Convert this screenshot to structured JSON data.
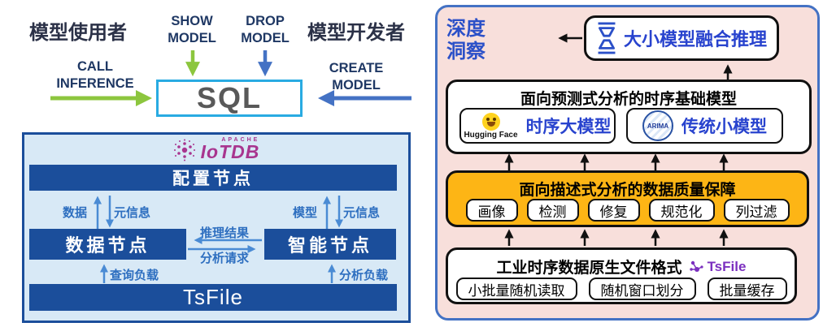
{
  "colors": {
    "node_blue": "#1B4E9B",
    "panel_bg_blue": "#D8E9F6",
    "sql_border_cyan": "#29ABE2",
    "green_arrow": "#8CC63E",
    "blue_arrow": "#4472C4",
    "navy_text": "#1F3864",
    "royal_blue_text": "#2843CE",
    "insight_bg_pink": "#F8DFDB",
    "quality_orange": "#FDB515",
    "iotdb_magenta": "#A8358F",
    "tsfile_purple": "#7B2FBF"
  },
  "sql_section": {
    "model_user": "模型使用者",
    "model_developer": "模型开发者",
    "show_model": "SHOW MODEL",
    "drop_model": "DROP MODEL",
    "call_inference": "CALL INFERENCE",
    "create_model": "CREATE MODEL",
    "sql": "SQL"
  },
  "iotdb_panel": {
    "logo_apache": "APACHE",
    "logo_name": "IoTDB",
    "config_node": "配置节点",
    "data_label": "数据",
    "meta_left": "元信息",
    "model_label": "模型",
    "meta_right": "元信息",
    "data_node": "数据节点",
    "ai_node": "智能节点",
    "inference_result": "推理结果",
    "analysis_request": "分析请求",
    "query_load": "查询负载",
    "analysis_load": "分析负载",
    "tsfile_bar": "TsFile"
  },
  "insight_panel": {
    "title": "深度洞察",
    "fusion_label": "大小模型融合推理",
    "foundation_box": {
      "title": "面向预测式分析的时序基础模型",
      "hf_label": "Hugging Face",
      "large_model": "时序大模型",
      "arima": "ARIMA",
      "small_model": "传统小模型"
    },
    "quality_box": {
      "title": "面向描述式分析的数据质量保障",
      "chips": [
        "画像",
        "检测",
        "修复",
        "规范化",
        "列过滤"
      ]
    },
    "format_box": {
      "title": "工业时序数据原生文件格式",
      "tsfile_logo": "TsFile",
      "chips": [
        "小批量随机读取",
        "随机窗口划分",
        "批量缓存"
      ]
    }
  }
}
